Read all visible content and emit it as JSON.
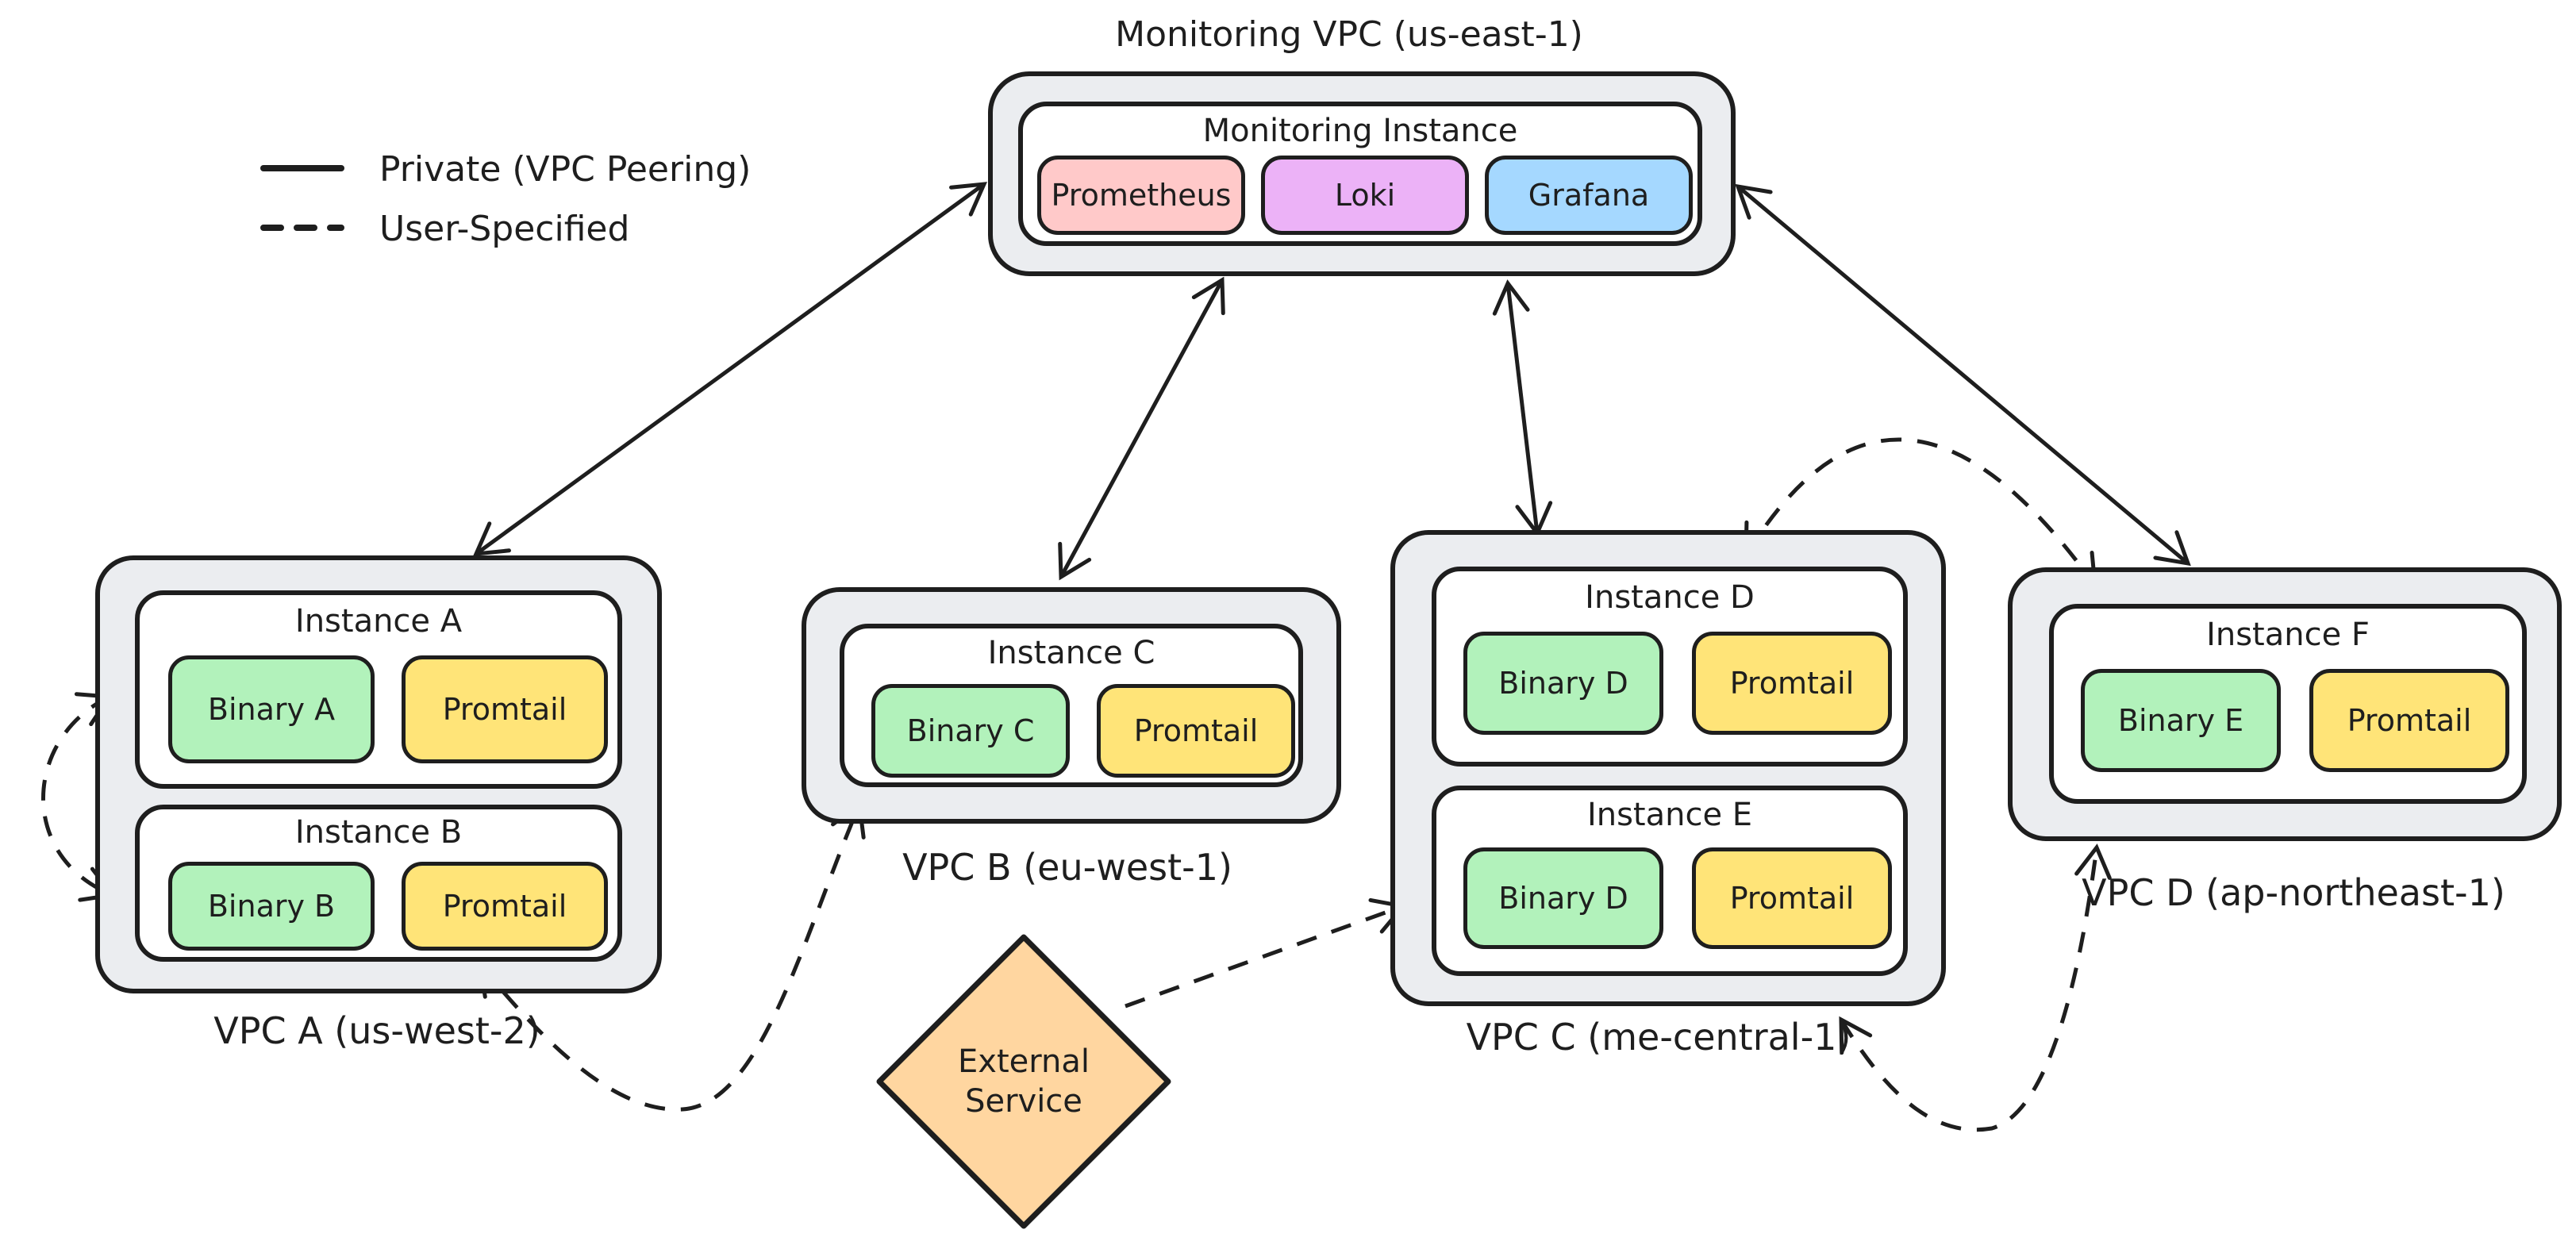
{
  "legend": {
    "items": [
      {
        "style": "solid",
        "label": "Private (VPC Peering)"
      },
      {
        "style": "dashed",
        "label": "User-Specified"
      }
    ]
  },
  "monitoring_vpc": {
    "title": "Monitoring VPC (us-east-1)",
    "instance": {
      "title": "Monitoring Instance",
      "services": [
        {
          "label": "Prometheus",
          "color": "#ffc9c9"
        },
        {
          "label": "Loki",
          "color": "#ecb2f7"
        },
        {
          "label": "Grafana",
          "color": "#a5d8ff"
        }
      ]
    }
  },
  "vpcs": [
    {
      "label": "VPC A (us-west-2)",
      "instances": [
        {
          "title": "Instance A",
          "components": [
            {
              "label": "Binary A",
              "color": "#b2f2bb"
            },
            {
              "label": "Promtail",
              "color": "#ffe478"
            }
          ]
        },
        {
          "title": "Instance B",
          "components": [
            {
              "label": "Binary B",
              "color": "#b2f2bb"
            },
            {
              "label": "Promtail",
              "color": "#ffe478"
            }
          ]
        }
      ]
    },
    {
      "label": "VPC B (eu-west-1)",
      "instances": [
        {
          "title": "Instance C",
          "components": [
            {
              "label": "Binary C",
              "color": "#b2f2bb"
            },
            {
              "label": "Promtail",
              "color": "#ffe478"
            }
          ]
        }
      ]
    },
    {
      "label": "VPC C (me-central-1)",
      "instances": [
        {
          "title": "Instance D",
          "components": [
            {
              "label": "Binary D",
              "color": "#b2f2bb"
            },
            {
              "label": "Promtail",
              "color": "#ffe478"
            }
          ]
        },
        {
          "title": "Instance E",
          "components": [
            {
              "label": "Binary D",
              "color": "#b2f2bb"
            },
            {
              "label": "Promtail",
              "color": "#ffe478"
            }
          ]
        }
      ]
    },
    {
      "label": "VPC D (ap-northeast-1)",
      "instances": [
        {
          "title": "Instance F",
          "components": [
            {
              "label": "Binary E",
              "color": "#b2f2bb"
            },
            {
              "label": "Promtail",
              "color": "#ffe478"
            }
          ]
        }
      ]
    }
  ],
  "external_service": {
    "label": "External\nService",
    "color": "#ffd6a0"
  },
  "colors": {
    "stroke": "#1e1e1e",
    "box_fill": "#ebedf0",
    "green": "#b2f2bb",
    "yellow": "#ffe478",
    "pink": "#ffc9c9",
    "purple": "#ecb2f7",
    "blue": "#a5d8ff",
    "orange": "#ffd6a0"
  }
}
